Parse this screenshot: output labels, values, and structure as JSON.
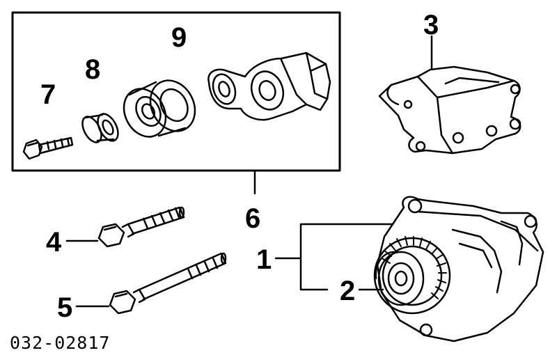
{
  "diagram": {
    "drawing_code": "032-02817",
    "callouts": {
      "c1": "1",
      "c2": "2",
      "c3": "3",
      "c4": "4",
      "c5": "5",
      "c6": "6",
      "c7": "7",
      "c8": "8",
      "c9": "9"
    }
  },
  "colors": {
    "line": "#000000",
    "background": "#ffffff"
  }
}
